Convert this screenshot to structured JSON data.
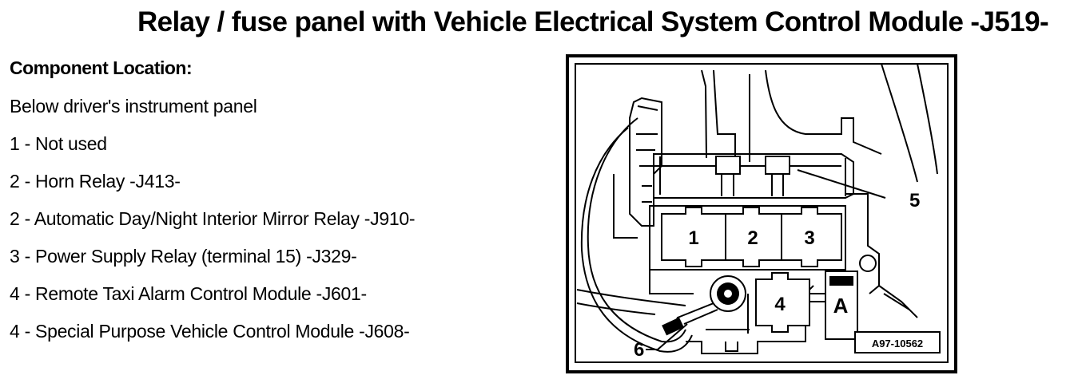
{
  "title": "Relay / fuse panel with Vehicle Electrical System Control Module -J519-",
  "legend": {
    "heading": "Component Location:",
    "lines": [
      "Below driver's instrument panel",
      "1 - Not used",
      "2 - Horn Relay -J413-",
      "2 - Automatic Day/Night Interior Mirror Relay -J910-",
      "3 - Power Supply Relay (terminal 15) -J329-",
      "4 - Remote Taxi Alarm Control Module -J601-",
      "4 - Special Purpose Vehicle Control Module -J608-"
    ]
  },
  "diagram": {
    "labels": {
      "relay1": "1",
      "relay2": "2",
      "relay3": "3",
      "relay4": "4",
      "callout5": "5",
      "callout6": "6",
      "block_a": "A",
      "figure_code": "A97-10562"
    }
  }
}
